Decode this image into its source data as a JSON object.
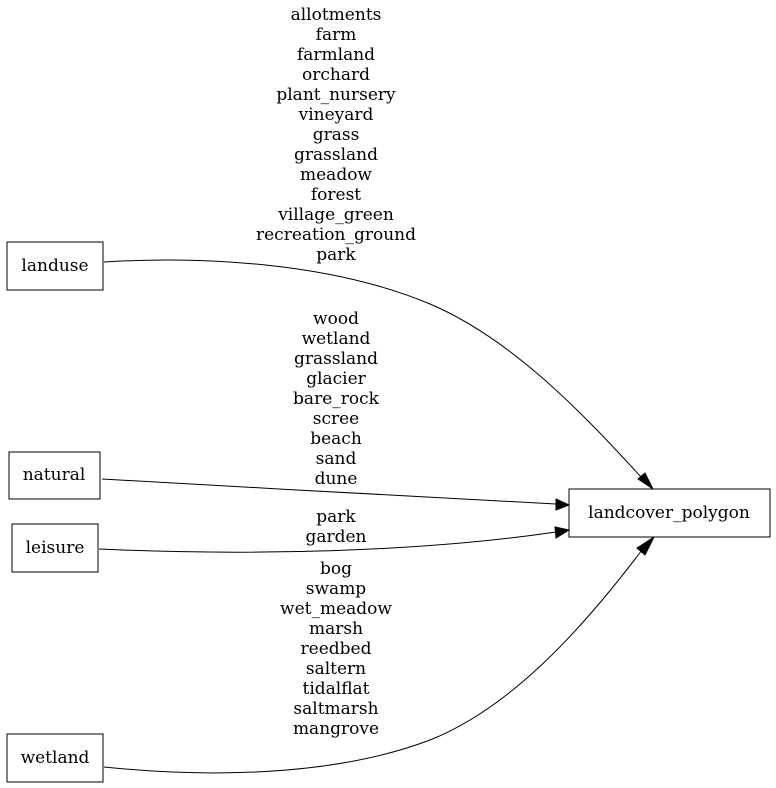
{
  "nodes": {
    "landuse": "landuse",
    "natural": "natural",
    "leisure": "leisure",
    "wetland": "wetland",
    "target": "landcover_polygon"
  },
  "edges": {
    "landuse": [
      "allotments",
      "farm",
      "farmland",
      "orchard",
      "plant_nursery",
      "vineyard",
      "grass",
      "grassland",
      "meadow",
      "forest",
      "village_green",
      "recreation_ground",
      "park"
    ],
    "natural": [
      "wood",
      "wetland",
      "grassland",
      "glacier",
      "bare_rock",
      "scree",
      "beach",
      "sand",
      "dune"
    ],
    "leisure": [
      "park",
      "garden"
    ],
    "wetland": [
      "bog",
      "swamp",
      "wet_meadow",
      "marsh",
      "reedbed",
      "saltern",
      "tidalflat",
      "saltmarsh",
      "mangrove"
    ]
  }
}
